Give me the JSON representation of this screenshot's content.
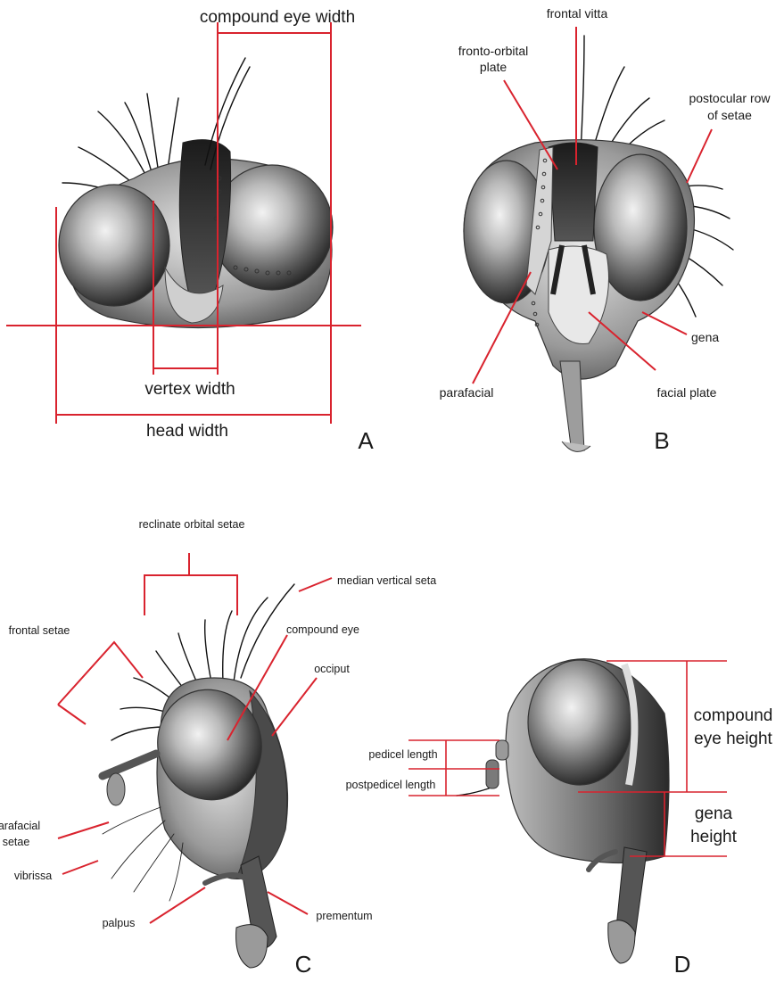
{
  "panels": {
    "a": {
      "letter": "A",
      "labels": {
        "compound_eye_width": "compound eye width",
        "vertex_width": "vertex width",
        "head_width": "head width"
      }
    },
    "b": {
      "letter": "B",
      "labels": {
        "frontal_vitta": "frontal vitta",
        "fronto_orbital_plate_1": "fronto-orbital",
        "fronto_orbital_plate_2": "plate",
        "postocular_1": "postocular row",
        "postocular_2": "of setae",
        "gena": "gena",
        "parafacial": "parafacial",
        "facial_plate": "facial plate"
      }
    },
    "c": {
      "letter": "C",
      "labels": {
        "reclinate_orbital_setae": "reclinate orbital setae",
        "median_vertical_seta": "median vertical seta",
        "frontal_setae": "frontal setae",
        "compound_eye": "compound eye",
        "occiput": "occiput",
        "parafacial_setae_1": "parafacial",
        "parafacial_setae_2": "setae",
        "vibrissa": "vibrissa",
        "palpus": "palpus",
        "prementum": "prementum"
      }
    },
    "d": {
      "letter": "D",
      "labels": {
        "pedicel_length": "pedicel length",
        "postpedicel_length": "postpedicel length",
        "compound_eye_height_1": "compound",
        "compound_eye_height_2": "eye height",
        "gena_height_1": "gena",
        "gena_height_2": "height"
      }
    }
  },
  "colors": {
    "annotation_line": "#d9232e",
    "text": "#1a1a1a",
    "background": "#ffffff"
  }
}
